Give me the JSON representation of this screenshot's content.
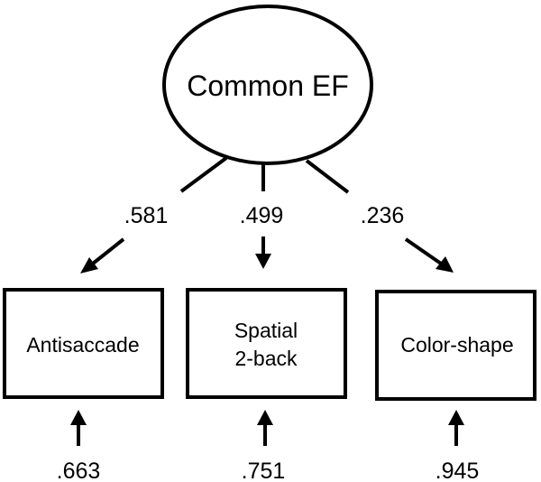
{
  "factor": {
    "label": "Common EF"
  },
  "loadings": [
    {
      "task": "Antisaccade",
      "value": ".581"
    },
    {
      "task": "Spatial 2-back",
      "value": ".499"
    },
    {
      "task": "Color-shape",
      "value": ".236"
    }
  ],
  "tasks": [
    {
      "line1": "Antisaccade",
      "line2": ""
    },
    {
      "line1": "Spatial",
      "line2": "2-back"
    },
    {
      "line1": "Color-shape",
      "line2": ""
    }
  ],
  "residuals": [
    {
      "task": "Antisaccade",
      "value": ".663"
    },
    {
      "task": "Spatial 2-back",
      "value": ".751"
    },
    {
      "task": "Color-shape",
      "value": ".945"
    }
  ],
  "colors": {
    "stroke": "#000000",
    "background": "#ffffff"
  }
}
